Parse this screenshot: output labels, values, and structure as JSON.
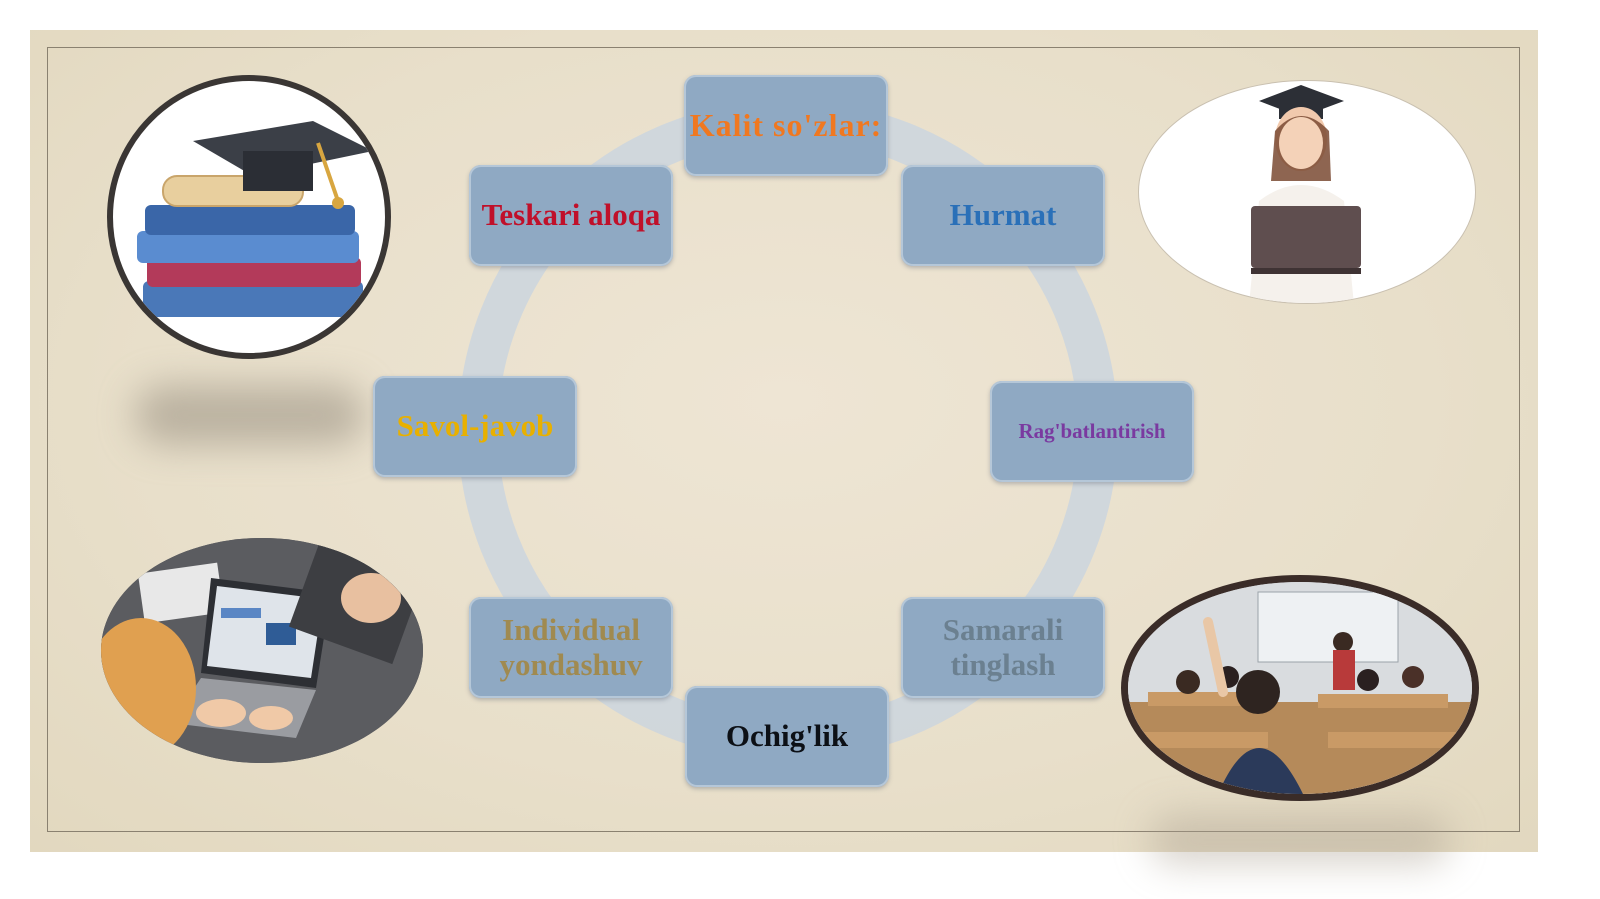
{
  "diagram": {
    "center": "Kalit so'zlar:",
    "items": [
      {
        "label": "Teskari aloqa",
        "color": "#c0102a"
      },
      {
        "label": "Hurmat",
        "color": "#2a70b8"
      },
      {
        "label": "Savol-javob",
        "color": "#e8b000"
      },
      {
        "label": "Rag'batlantirish",
        "color": "#7a3aa0"
      },
      {
        "label": "Individual yondashuv",
        "color": "#a08a50"
      },
      {
        "label": "Samarali tinglash",
        "color": "#6b8090"
      },
      {
        "label": "Ochig'lik",
        "color": "#0c1016"
      }
    ],
    "center_color": "#f07820",
    "ring_color": "#c9d3dc",
    "box_color": "#8fa9c3"
  },
  "images": {
    "top_left": "books-graduation-cap-icon",
    "top_right": "graduate-woman-laptop-icon",
    "bottom_left": "laptop-students-icon",
    "bottom_right": "classroom-raised-hand-icon"
  }
}
